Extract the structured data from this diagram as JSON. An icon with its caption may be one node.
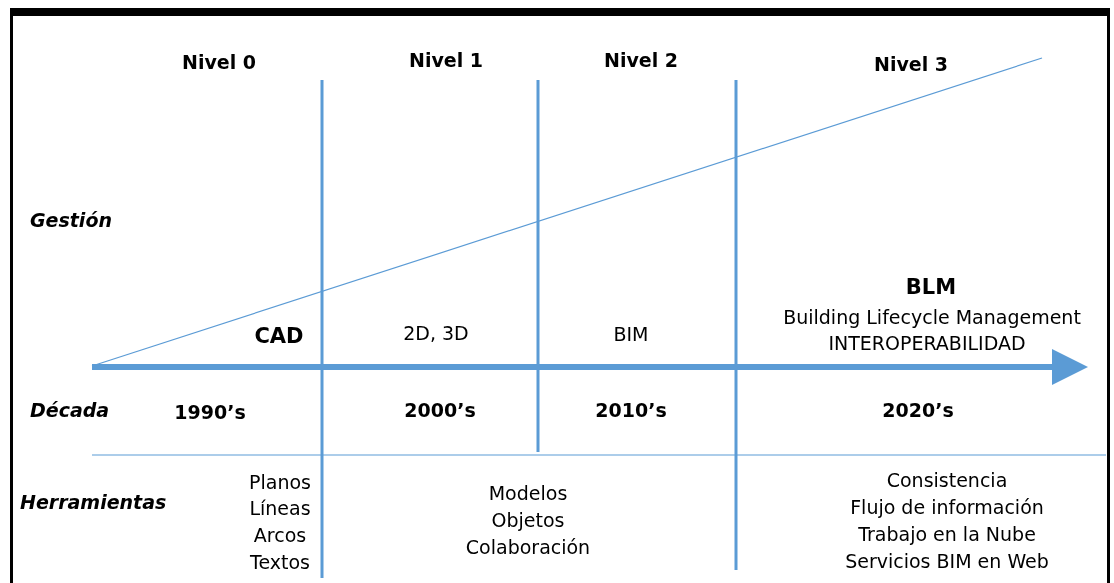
{
  "diagram": {
    "labels": [
      "Nivel 0",
      "Nivel 1",
      "Nivel 2",
      "Nivel 3",
      "Gestión",
      "BLM",
      "Building Lifecycle Management",
      "CAD",
      "2D, 3D",
      "BIM",
      "INTEROPERABILIDAD",
      "Década",
      "1990’s",
      "2000’s",
      "2010’s",
      "2020’s",
      "Planos",
      "Consistencia",
      "Herramientas",
      "Modelos",
      "Líneas",
      "Flujo de información",
      "Objetos",
      "Arcos",
      "Trabajo en la Nube",
      "Colaboración",
      "Textos",
      "Servicios BIM en Web"
    ]
  }
}
